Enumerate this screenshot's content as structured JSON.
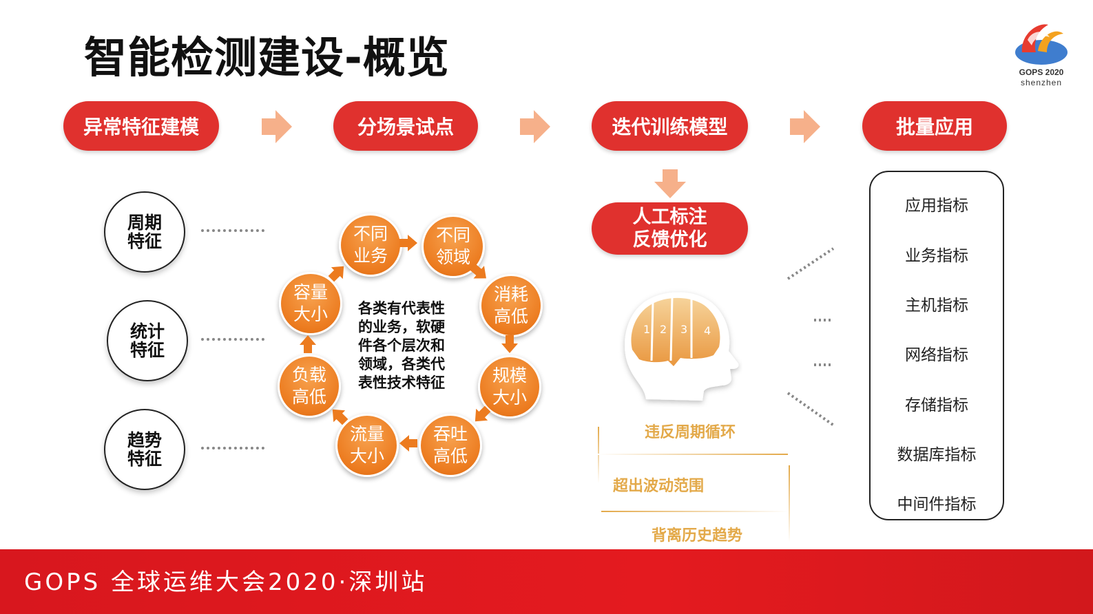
{
  "title": "智能检测建设-概览",
  "logo": {
    "line1": "GOPS 2020",
    "line2": "shenzhen"
  },
  "steps": [
    "异常特征建模",
    "分场景试点",
    "迭代训练模型",
    "批量应用"
  ],
  "feedback": {
    "line1": "人工标注",
    "line2": "反馈优化"
  },
  "features": [
    {
      "line1": "周期",
      "line2": "特征"
    },
    {
      "line1": "统计",
      "line2": "特征"
    },
    {
      "line1": "趋势",
      "line2": "特征"
    }
  ],
  "cycle_nodes": [
    {
      "line1": "不同",
      "line2": "业务"
    },
    {
      "line1": "不同",
      "line2": "领域"
    },
    {
      "line1": "消耗",
      "line2": "高低"
    },
    {
      "line1": "规模",
      "line2": "大小"
    },
    {
      "line1": "吞吐",
      "line2": "高低"
    },
    {
      "line1": "流量",
      "line2": "大小"
    },
    {
      "line1": "负载",
      "line2": "高低"
    },
    {
      "line1": "容量",
      "line2": "大小"
    }
  ],
  "cycle_center": "各类有代表性的业务，软硬件各个层次和领域，各类代表性技术特征",
  "brain_numbers": [
    "1",
    "2",
    "3",
    "4"
  ],
  "anomalies": [
    "违反周期循环",
    "超出波动范围",
    "背离历史趋势"
  ],
  "metrics": [
    "应用指标",
    "业务指标",
    "主机指标",
    "网络指标",
    "存储指标",
    "数据库指标",
    "中间件指标"
  ],
  "footer": "GOPS 全球运维大会2020·深圳站",
  "colors": {
    "red": "#e0312e",
    "orange": "#ec7b1f",
    "arrow": "#f6b08a",
    "gold": "#e3a949",
    "footer": "#e41a1f"
  }
}
